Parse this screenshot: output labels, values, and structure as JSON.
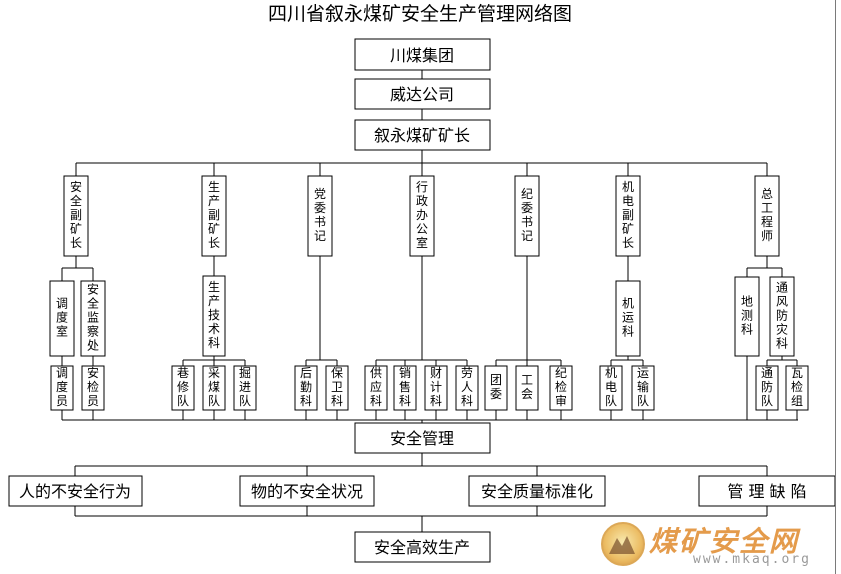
{
  "title": "四川省叙永煤矿安全生产管理网络图",
  "chain": [
    "川煤集团",
    "威达公司",
    "叙永煤矿矿长"
  ],
  "deputies": [
    {
      "label": "安全副矿长",
      "children": [
        {
          "label": "调度室",
          "children": [
            "调度员"
          ]
        },
        {
          "label": "安全监察处",
          "children": [
            "安检员"
          ]
        }
      ]
    },
    {
      "label": "生产副矿长",
      "children": [
        {
          "label": "生产技术科",
          "children": [
            "巷修队",
            "采煤队",
            "掘进队"
          ]
        }
      ]
    },
    {
      "label": "党委书记",
      "leaves": [
        "后勤科",
        "保卫科"
      ]
    },
    {
      "label": "行政办公室",
      "leaves": [
        "供应科",
        "销售科",
        "财计科",
        "劳人科"
      ]
    },
    {
      "label": "纪委书记",
      "leaves": [
        "团委",
        "工会",
        "纪检审"
      ]
    },
    {
      "label": "机电副矿长",
      "children": [
        {
          "label": "机运科",
          "children": [
            "机电队",
            "运输队"
          ]
        }
      ]
    },
    {
      "label": "总工程师",
      "children": [
        {
          "label": "地测科",
          "children": []
        },
        {
          "label": "通风防灾科",
          "children": [
            "通防队",
            "瓦检组"
          ]
        }
      ]
    }
  ],
  "safety_management": "安全管理",
  "factors": [
    "人的不安全行为",
    "物的不安全状况",
    "安全质量标准化",
    "管 理 缺 陷"
  ],
  "outcome": "安全高效生产",
  "watermark": {
    "cn": "煤矿安全网",
    "url": "www.mkaq.org"
  }
}
